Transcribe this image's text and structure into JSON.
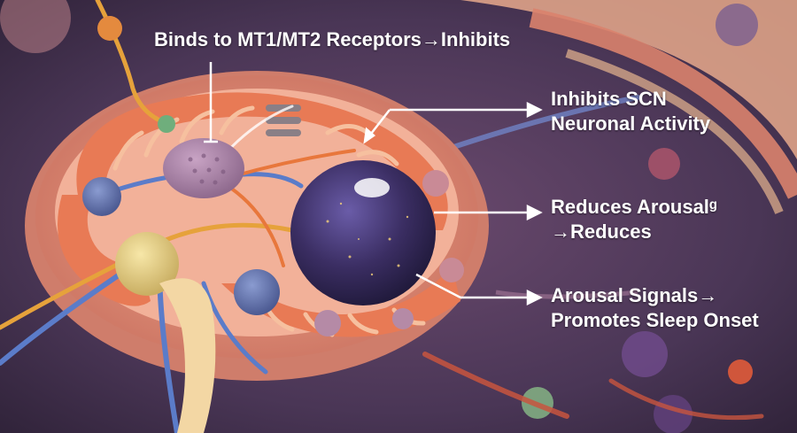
{
  "labels": {
    "top": "Binds to MT1/MT2 Receptors→Inhibits",
    "right1_line1": "Inhibits SCN",
    "right1_line2": "Neuronal Activity",
    "right2_line1": "Reduces Arousalᵍ",
    "right2_line2": "→Reduces",
    "right3_line1": "Arousal Signals→",
    "right3_line2": "Promotes Sleep Onset"
  },
  "colors": {
    "background": "#3a2a3f",
    "cell_outer": "#e69480",
    "cell_inner": "#f0a68d",
    "mitochondria": "#e87a55",
    "nucleus": "#3b2e63",
    "annotation": "#ffffff"
  }
}
